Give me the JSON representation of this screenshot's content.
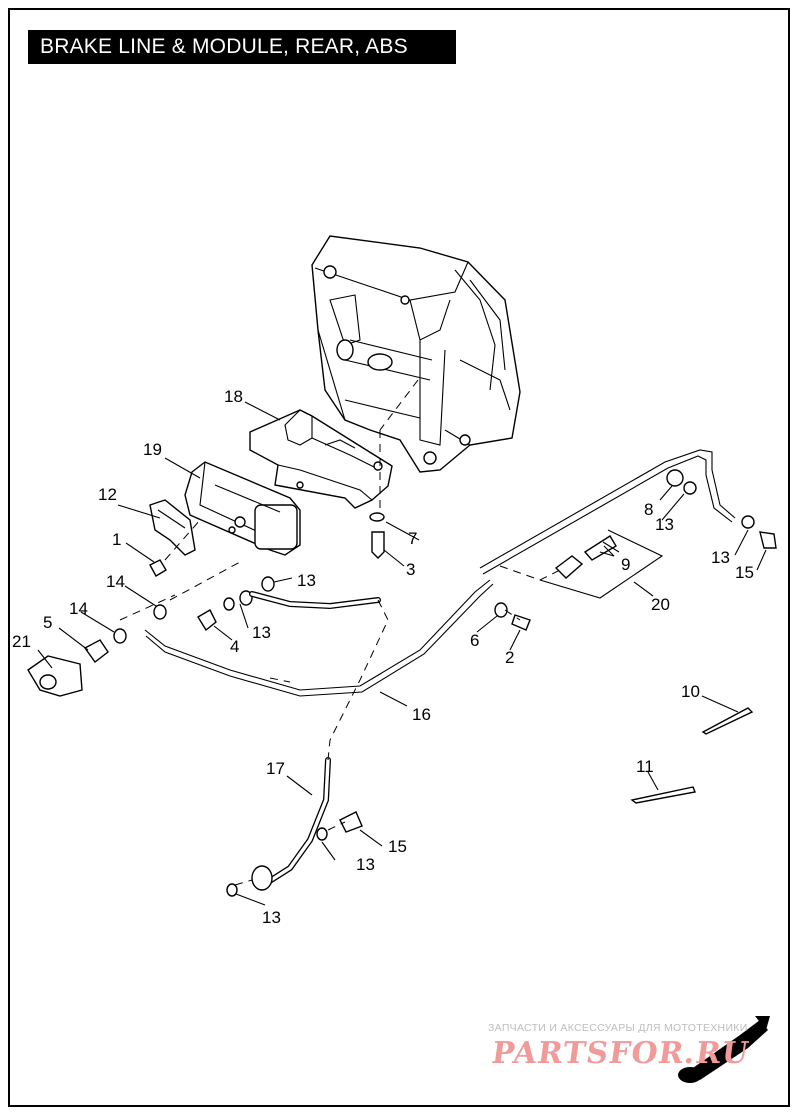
{
  "title": "BRAKE LINE & MODULE, REAR, ABS",
  "callouts": [
    "1",
    "2",
    "3",
    "4",
    "5",
    "6",
    "7",
    "8",
    "9",
    "10",
    "11",
    "12",
    "13",
    "14",
    "15",
    "16",
    "17",
    "18",
    "19",
    "20",
    "21"
  ],
  "callout_labels": {
    "c1": "1",
    "c2": "2",
    "c3": "3",
    "c4": "4",
    "c5": "5",
    "c6": "6",
    "c7": "7",
    "c8": "8",
    "c9": "9",
    "c10": "10",
    "c11": "11",
    "c12": "12",
    "c13a": "13",
    "c13b": "13",
    "c13c": "13",
    "c13d": "13",
    "c13e": "13",
    "c13f": "13",
    "c14a": "14",
    "c14b": "14",
    "c15a": "15",
    "c15b": "15",
    "c16": "16",
    "c17": "17",
    "c18": "18",
    "c19": "19",
    "c20": "20",
    "c21": "21"
  },
  "watermark": {
    "tagline": "ЗАПЧАСТИ И АКСЕССУАРЫ ДЛЯ МОТОТЕХНИКИ",
    "logo": "PARTSFOR.RU"
  },
  "colors": {
    "title_bg": "#000000",
    "title_fg": "#ffffff",
    "watermark_logo": "#f19a9a",
    "watermark_text": "#bdbdbd"
  }
}
